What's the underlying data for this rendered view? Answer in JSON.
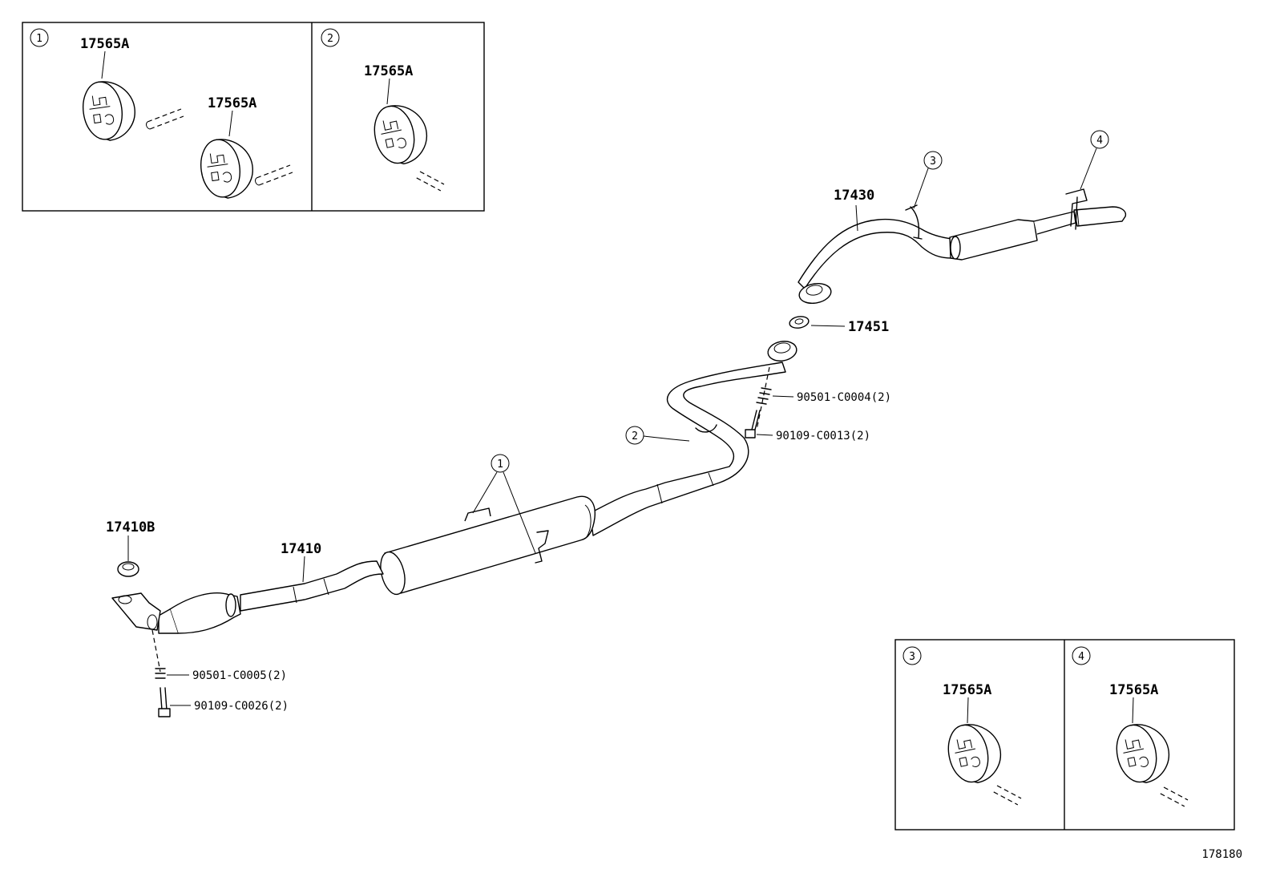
{
  "diagram_ref": "178180",
  "insets": [
    {
      "id": "1",
      "labels": [
        "17565A",
        "17565A"
      ]
    },
    {
      "id": "2",
      "labels": [
        "17565A"
      ]
    },
    {
      "id": "3",
      "labels": [
        "17565A"
      ]
    },
    {
      "id": "4",
      "labels": [
        "17565A"
      ]
    }
  ],
  "callouts": {
    "c1": "1",
    "c2": "2",
    "c3": "3",
    "c4": "4"
  },
  "parts": {
    "p17430": "17430",
    "p17451": "17451",
    "p90501_c0004": "90501-C0004(2)",
    "p90109_c0013": "90109-C0013(2)",
    "p17410b": "17410B",
    "p17410": "17410",
    "p90501_c0005": "90501-C0005(2)",
    "p90109_c0026": "90109-C0026(2)"
  },
  "chart_data": {
    "type": "diagram",
    "title": "",
    "nodes": [
      {
        "id": "17410",
        "label": "17410"
      },
      {
        "id": "17410B",
        "label": "17410B"
      },
      {
        "id": "17430",
        "label": "17430"
      },
      {
        "id": "17451",
        "label": "17451"
      },
      {
        "id": "17565A",
        "label": "17565A"
      },
      {
        "id": "90501-C0004",
        "label": "90501-C0004(2)"
      },
      {
        "id": "90109-C0013",
        "label": "90109-C0013(2)"
      },
      {
        "id": "90501-C0005",
        "label": "90501-C0005(2)"
      },
      {
        "id": "90109-C0026",
        "label": "90109-C0026(2)"
      }
    ],
    "callouts": [
      {
        "mark": "1",
        "detail": "17565A",
        "count": 2
      },
      {
        "mark": "2",
        "detail": "17565A",
        "count": 1
      },
      {
        "mark": "3",
        "detail": "17565A",
        "count": 1
      },
      {
        "mark": "4",
        "detail": "17565A",
        "count": 1
      }
    ]
  }
}
